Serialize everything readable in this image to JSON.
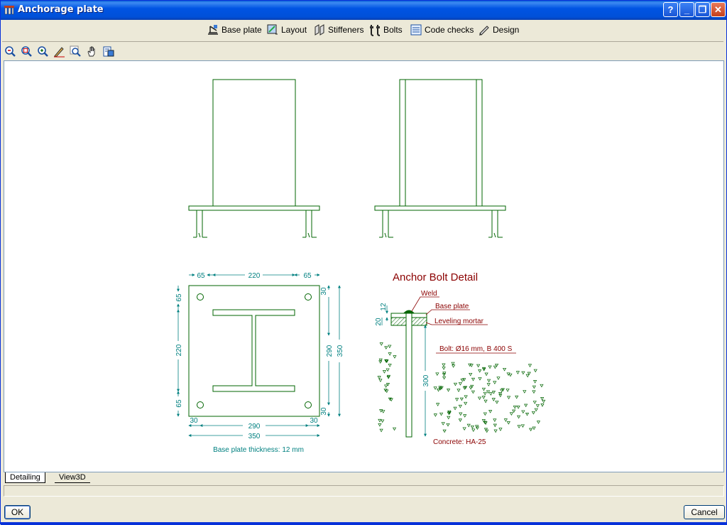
{
  "window": {
    "title": "Anchorage plate",
    "help_label": "?",
    "minimize_label": "_",
    "restore_label": "❐",
    "close_label": "✕"
  },
  "toolbar": {
    "items": [
      {
        "label": "Base plate",
        "icon": "base-plate-icon"
      },
      {
        "label": "Layout",
        "icon": "layout-icon"
      },
      {
        "label": "Stiffeners",
        "icon": "stiffeners-icon"
      },
      {
        "label": "Bolts",
        "icon": "bolts-icon"
      },
      {
        "label": "Code checks",
        "icon": "code-checks-icon"
      },
      {
        "label": "Design",
        "icon": "design-icon"
      }
    ]
  },
  "view_tools": [
    "zoom-previous-icon",
    "zoom-window-icon",
    "zoom-extents-icon",
    "pencil-icon",
    "zoom-search-icon",
    "pan-hand-icon",
    "print-icon"
  ],
  "drawing": {
    "plan_dims": {
      "top_left": "65",
      "top_mid": "220",
      "top_right": "65",
      "left_top": "65",
      "left_mid": "220",
      "left_bot": "65",
      "right_top": "30",
      "right_mid": "290",
      "right_bot": "30",
      "right_total": "350",
      "bot_left": "30",
      "bot_mid": "290",
      "bot_right": "30",
      "bot_total": "350"
    },
    "thickness_note": "Base plate thickness: 12 mm",
    "detail_title": "Anchor Bolt Detail",
    "labels": {
      "weld": "Weld",
      "base_plate": "Base plate",
      "leveling_mortar": "Leveling mortar",
      "bolt": "Bolt: Ø16 mm, B 400 S",
      "concrete": "Concrete: HA-25",
      "dim_12": "12",
      "dim_20": "20",
      "dim_300": "300"
    },
    "colors": {
      "line": "#006400",
      "dim": "#008080",
      "title": "#8b0000"
    }
  },
  "sheet_tabs": {
    "detailing": "Detailing",
    "view3d": "View3D"
  },
  "buttons": {
    "ok": "OK",
    "cancel": "Cancel"
  }
}
